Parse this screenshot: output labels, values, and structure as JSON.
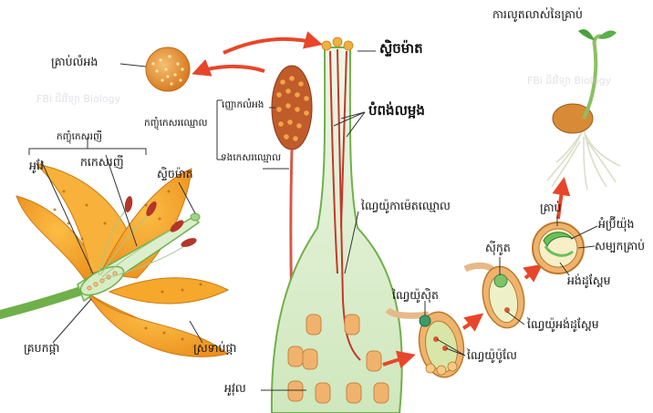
{
  "labels": {
    "germination": "ការលូតលាស់នៃគ្រាប់",
    "pollen_grain": "គ្រាប់លំអង",
    "stigma_top": "ស្ទិចម៉ាត",
    "anther": "ញ្ញោកលំអង",
    "stamen": "កញ្ចុំកេសរឈ្មោល",
    "filament": "ទងកេសរឈ្មោល",
    "pollen_tube": "បំពង់លម្អង",
    "pistil": "កញ្ចុំកេសរញី",
    "ovary": "អូវែ",
    "style": "កកេសរញី",
    "stigma_flower": "ស្ទិចម៉ាត",
    "sperm_nucleus": "ណ្វៃយ៉ូកាម៉េតឈ្មោល",
    "zygote": "ណ្វៃយ៉ូស៊ិត",
    "embryo_small": "ស៊ីកូត",
    "seed": "គ្រាប់",
    "embryo": "អំប្រ៊ីយ៉ុង",
    "seed_coat": "សម្បកគ្រាប់",
    "endosperm": "អង់ដូស្ពែម",
    "endosperm_nucleus": "ណ្វៃយ៉ូអង់ដូស្ពែម",
    "polar_nuclei": "ណ្វៃយ៉ូប៉ូលែ",
    "sepal": "គ្របកផ្កា",
    "petal": "ស្រទាប់ផ្កា",
    "ovule": "អូវុល"
  },
  "watermarks": [
    "FBi ជីវវិទ្យា Biology",
    "FBi ជីវវិទ្យា Biology"
  ],
  "colors": {
    "petal": "#f5a623",
    "petal_dark": "#e0871a",
    "stem_green": "#6fb04a",
    "pistil_fill": "#e7f2df",
    "pistil_stroke": "#7fbf6a",
    "arrow_red": "#e8462a",
    "pollen": "#e89a3c",
    "ovule_fill": "#f2c289",
    "tube_red": "#c0392b"
  }
}
